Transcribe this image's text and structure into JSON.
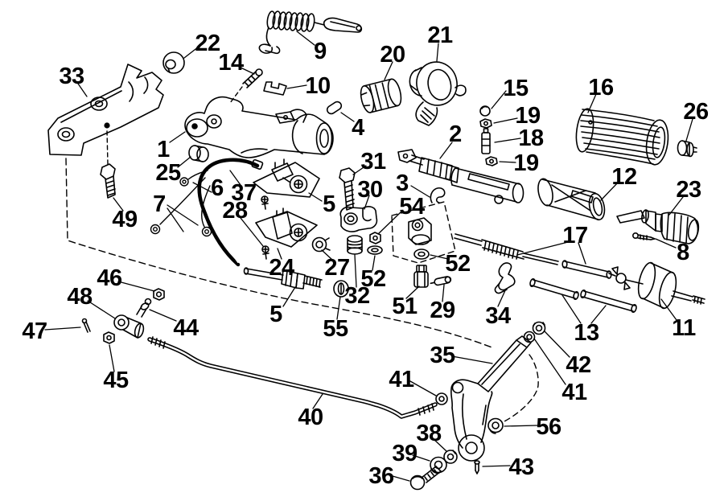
{
  "diagram": {
    "kind": "exploded-parts-diagram",
    "subject": "outboard steering handle assembly",
    "colors": {
      "background": "#ffffff",
      "ink": "#000000"
    },
    "callouts": [
      {
        "label": "22"
      },
      {
        "label": "33"
      },
      {
        "label": "14"
      },
      {
        "label": "9"
      },
      {
        "label": "10"
      },
      {
        "label": "4"
      },
      {
        "label": "1"
      },
      {
        "label": "25"
      },
      {
        "label": "49"
      },
      {
        "label": "7"
      },
      {
        "label": "6"
      },
      {
        "label": "37"
      },
      {
        "label": "28"
      },
      {
        "label": "5"
      },
      {
        "label": "20"
      },
      {
        "label": "21"
      },
      {
        "label": "15"
      },
      {
        "label": "19"
      },
      {
        "label": "18"
      },
      {
        "label": "19"
      },
      {
        "label": "16"
      },
      {
        "label": "26"
      },
      {
        "label": "2"
      },
      {
        "label": "31"
      },
      {
        "label": "30"
      },
      {
        "label": "3"
      },
      {
        "label": "54"
      },
      {
        "label": "12"
      },
      {
        "label": "23"
      },
      {
        "label": "17"
      },
      {
        "label": "8"
      },
      {
        "label": "24"
      },
      {
        "label": "27"
      },
      {
        "label": "52"
      },
      {
        "label": "32"
      },
      {
        "label": "52"
      },
      {
        "label": "55"
      },
      {
        "label": "5"
      },
      {
        "label": "51"
      },
      {
        "label": "29"
      },
      {
        "label": "34"
      },
      {
        "label": "13"
      },
      {
        "label": "11"
      },
      {
        "label": "46"
      },
      {
        "label": "48"
      },
      {
        "label": "47"
      },
      {
        "label": "44"
      },
      {
        "label": "45"
      },
      {
        "label": "40"
      },
      {
        "label": "35"
      },
      {
        "label": "42"
      },
      {
        "label": "41"
      },
      {
        "label": "41"
      },
      {
        "label": "56"
      },
      {
        "label": "38"
      },
      {
        "label": "39"
      },
      {
        "label": "36"
      },
      {
        "label": "43"
      }
    ]
  }
}
